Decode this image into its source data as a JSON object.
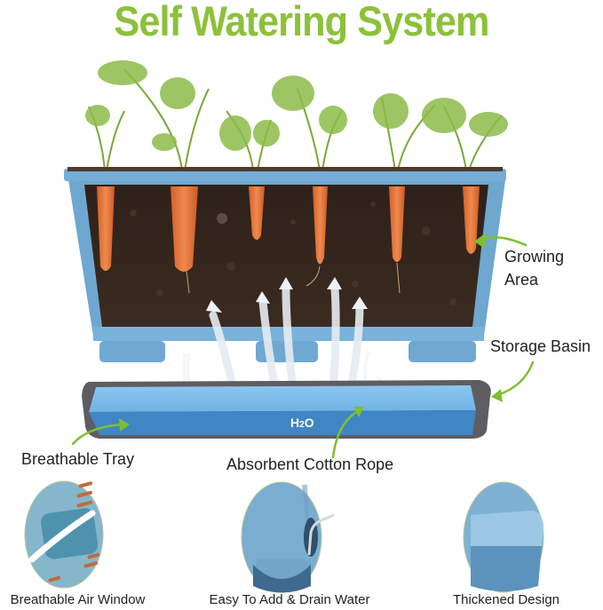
{
  "title": "Self Watering System",
  "colors": {
    "title_green": "#8cc13a",
    "pot_blue": "#6ea7cf",
    "soil_brown": "#3a2a20",
    "carrot_orange": "#e0723a",
    "water_blue": "#3f86c4",
    "tray_gray": "#5a5a5e",
    "arrow_green": "#7fbf2e"
  },
  "diagram": {
    "water_label": "H2O",
    "water_label_parts": {
      "h": "H",
      "sub": "2",
      "o": "O"
    },
    "callouts": [
      {
        "id": "growing-area",
        "text_line1": "Growing",
        "text_line2": "Area"
      },
      {
        "id": "storage-basin",
        "text": "Storage Basin"
      },
      {
        "id": "breathable-tray",
        "text": "Breathable Tray"
      },
      {
        "id": "absorbent-cotton-rope",
        "text": "Absorbent Cotton Rope"
      }
    ]
  },
  "features": [
    {
      "caption": "Breathable Air Window"
    },
    {
      "caption": "Easy To Add & Drain Water"
    },
    {
      "caption": "Thickened Design"
    }
  ]
}
